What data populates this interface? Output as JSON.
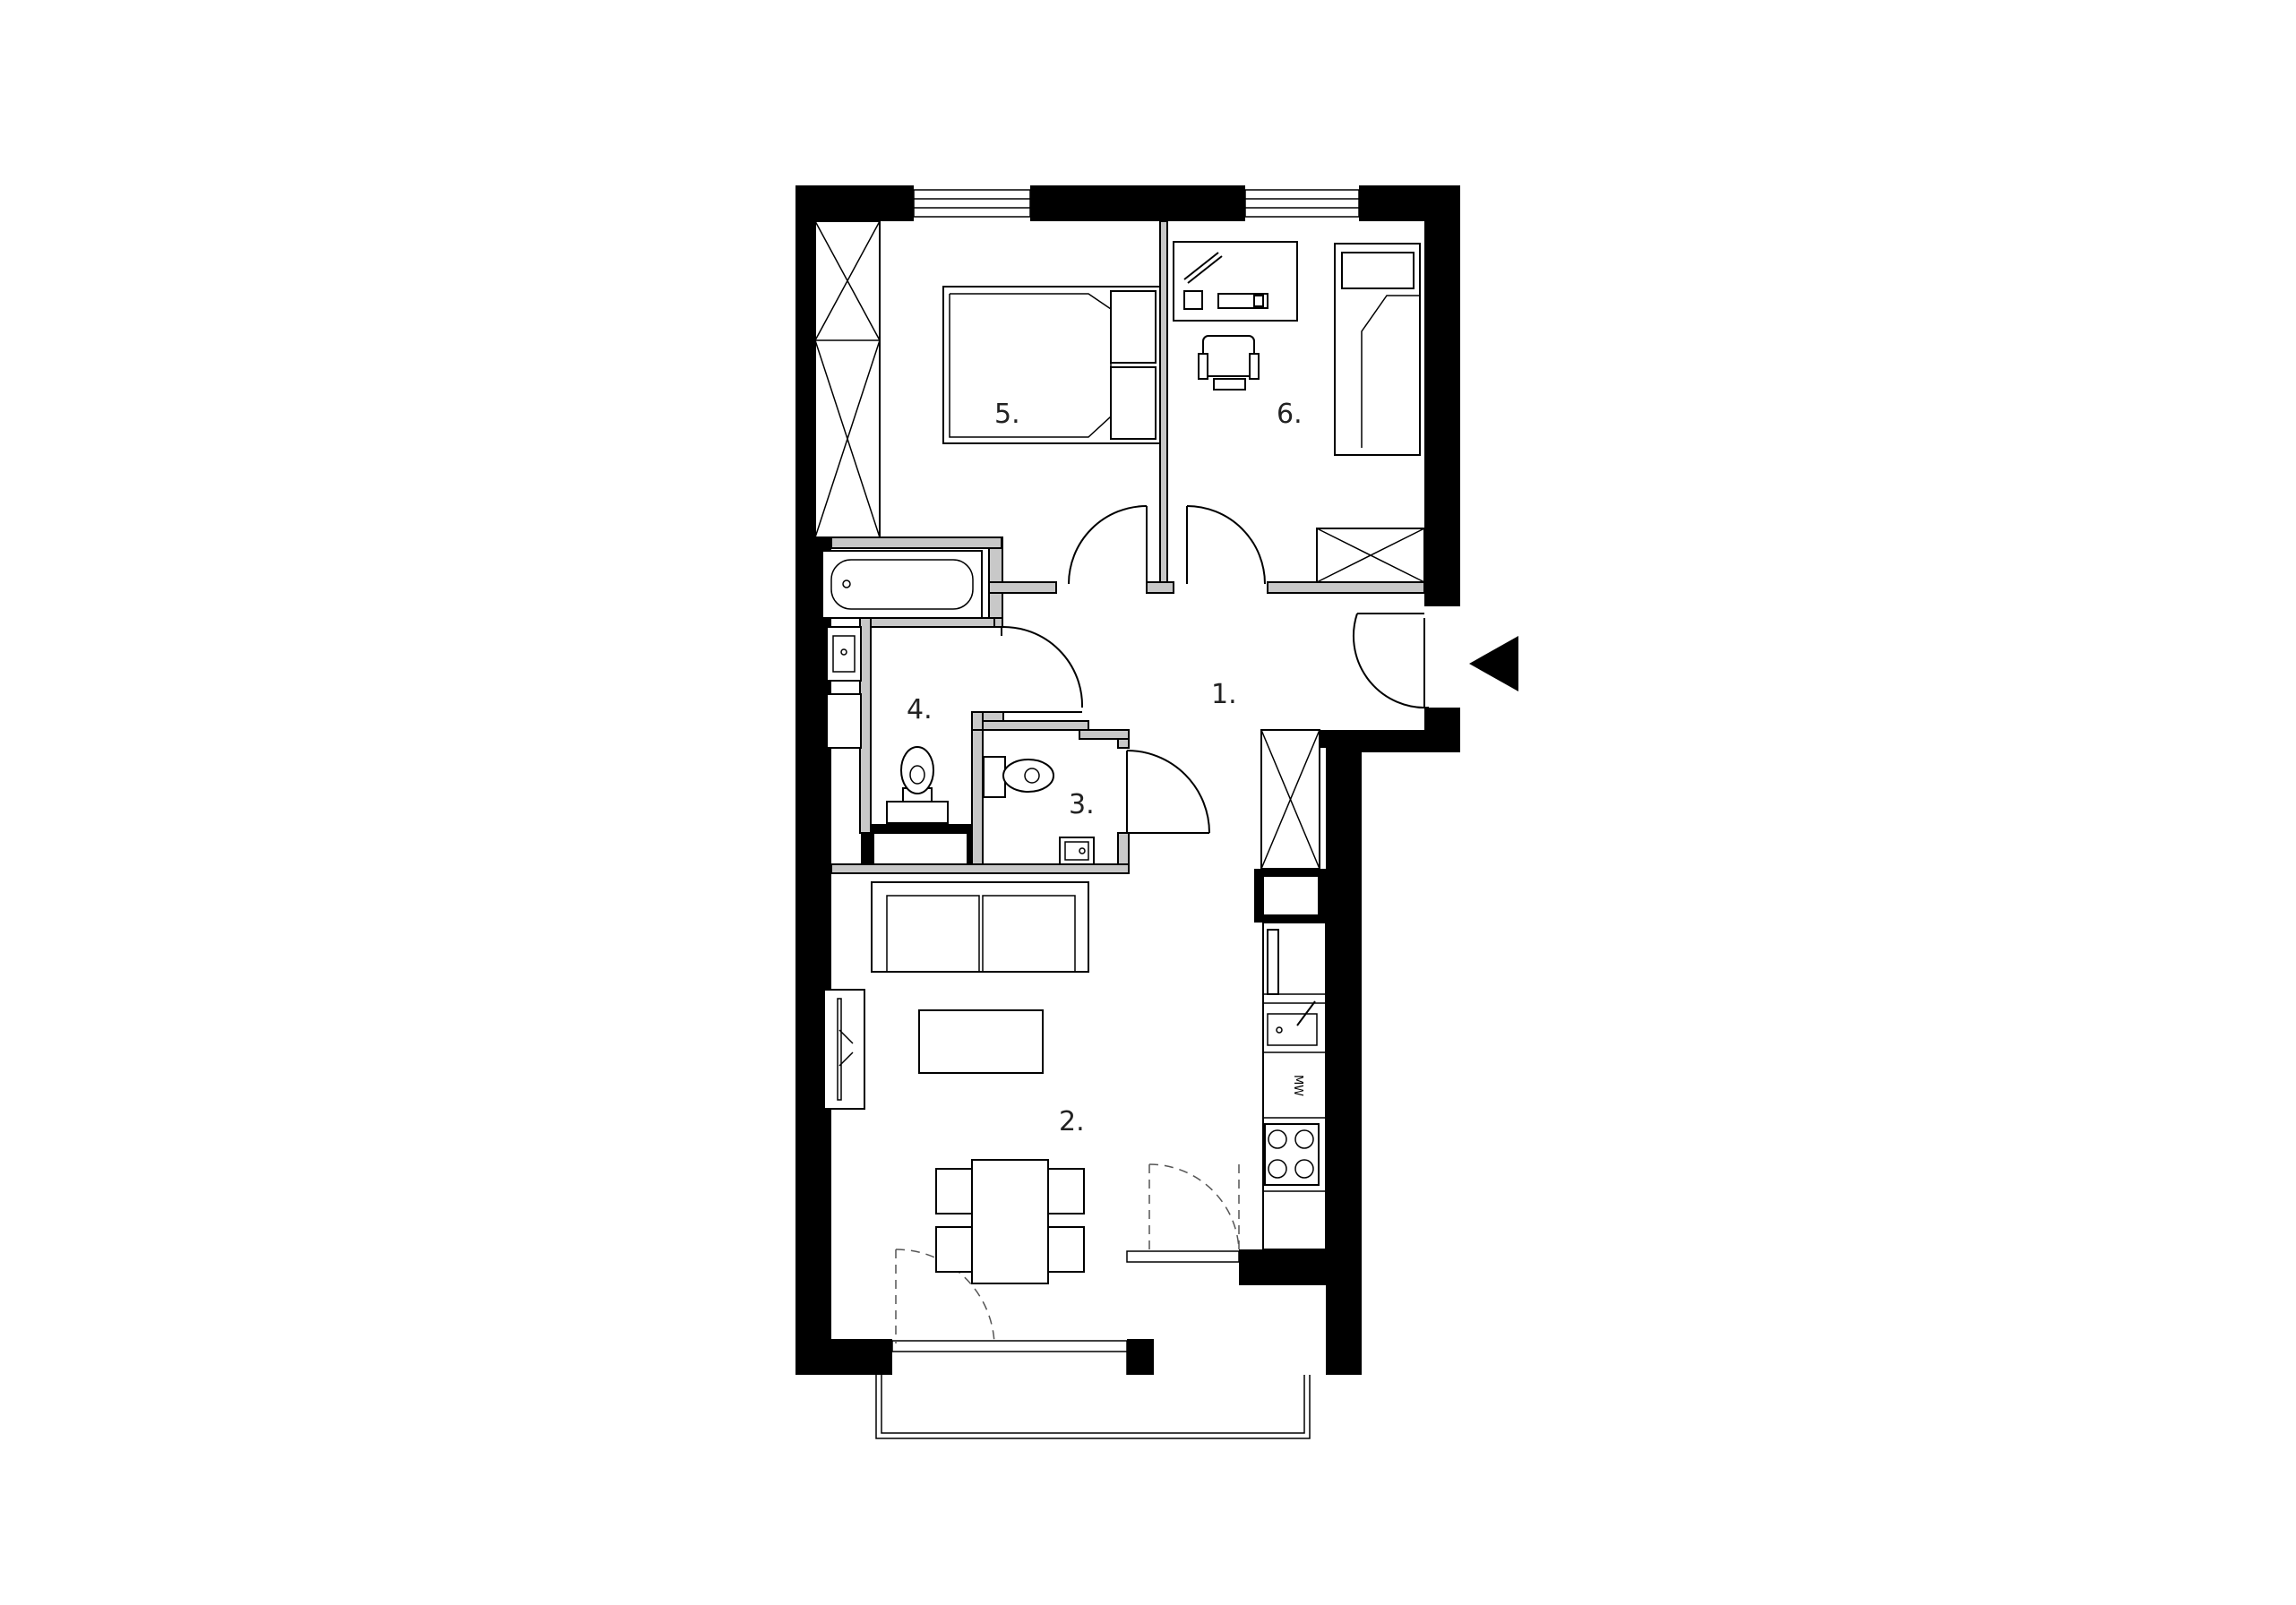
{
  "rooms": [
    {
      "id": "r1",
      "label": "1."
    },
    {
      "id": "r2",
      "label": "2."
    },
    {
      "id": "r3",
      "label": "3."
    },
    {
      "id": "r4",
      "label": "4."
    },
    {
      "id": "r5",
      "label": "5."
    },
    {
      "id": "r6",
      "label": "6."
    }
  ],
  "appliances": {
    "microwave_label": "MW"
  },
  "colors": {
    "wall": "#000000",
    "partition": "#c8c8c8",
    "line": "#000000"
  }
}
